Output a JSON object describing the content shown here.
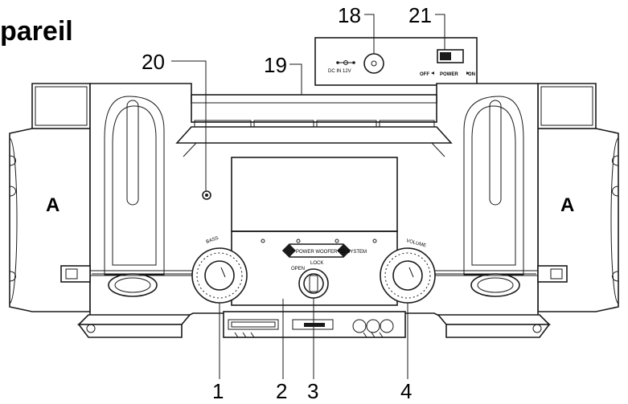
{
  "heading": "pareil",
  "callouts": {
    "c1": "1",
    "c2": "2",
    "c3": "3",
    "c4": "4",
    "c18": "18",
    "c19": "19",
    "c20": "20",
    "c21": "21"
  },
  "side_marks": {
    "left": "A",
    "right": "A"
  },
  "rear_panel": {
    "dc_label": "DC IN 12V",
    "off_label": "OFF",
    "power_label": "POWER",
    "on_label": "ON"
  },
  "front_panel": {
    "badge_text": "POWER WOOFER CD SYSTEM",
    "open_label": "OPEN",
    "lock_label": "LOCK",
    "left_knob_label": "BASS",
    "right_knob_label": "VOLUME"
  }
}
